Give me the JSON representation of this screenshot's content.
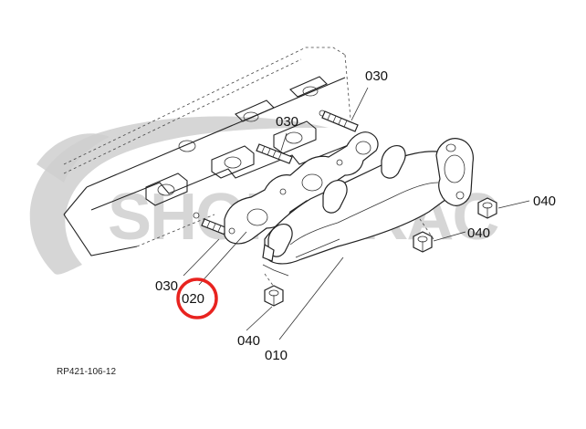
{
  "watermark": {
    "text": "SHOPATRAC",
    "color": "#c8c8c8"
  },
  "callouts": {
    "c030_top": "030",
    "c030_mid": "030",
    "c030_low": "030",
    "c020": "020",
    "c040_right": "040",
    "c040_mid": "040",
    "c040_low": "040",
    "c010": "010"
  },
  "highlight": {
    "color": "#e8231f"
  },
  "diagram_code": "RP421-106-12"
}
